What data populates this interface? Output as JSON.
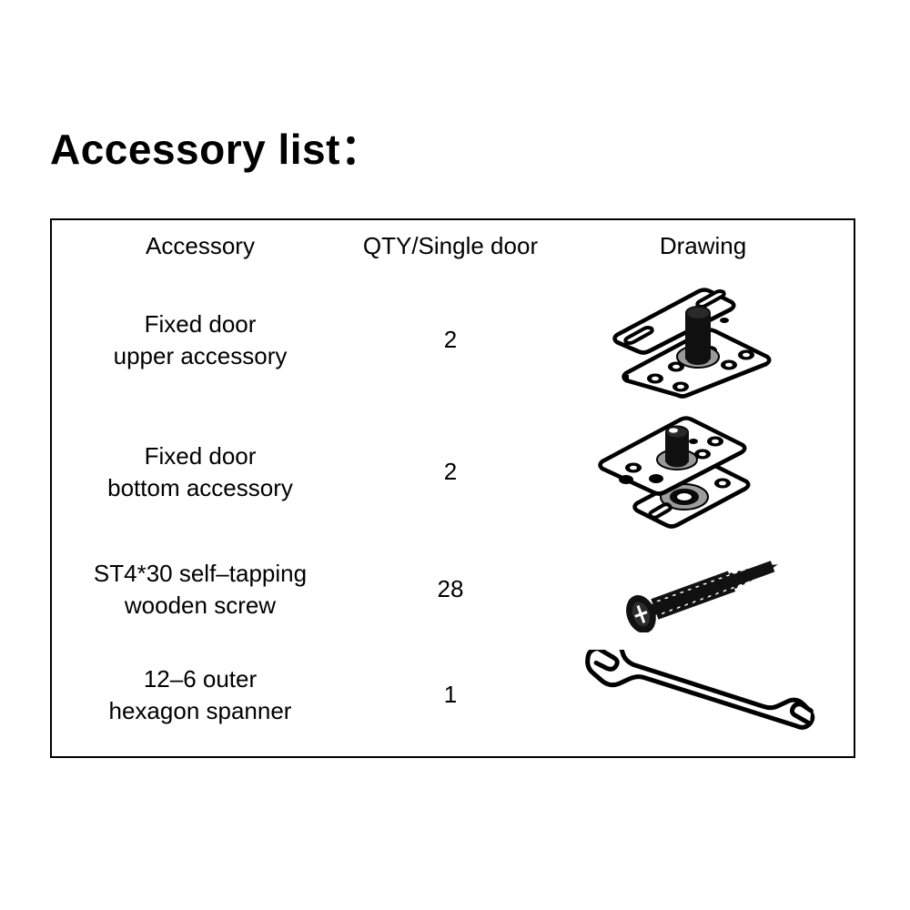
{
  "page": {
    "title": "Accessory list：",
    "background_color": "#ffffff",
    "line_color": "#000000",
    "text_color": "#000000"
  },
  "table": {
    "headers": {
      "accessory": "Accessory",
      "qty": "QTY/Single door",
      "drawing": "Drawing"
    },
    "rows": [
      {
        "accessory": "Fixed door\nupper accessory",
        "qty": "2",
        "drawing_icon": "fixed-door-upper-bracket-icon"
      },
      {
        "accessory": "Fixed door\nbottom accessory",
        "qty": "2",
        "drawing_icon": "fixed-door-bottom-bracket-icon"
      },
      {
        "accessory": "ST4*30 self–tapping\nwooden screw",
        "qty": "28",
        "drawing_icon": "self-tapping-screw-icon"
      },
      {
        "accessory": "12–6 outer\nhexagon spanner",
        "qty": "1",
        "drawing_icon": "open-end-spanner-icon"
      }
    ]
  }
}
